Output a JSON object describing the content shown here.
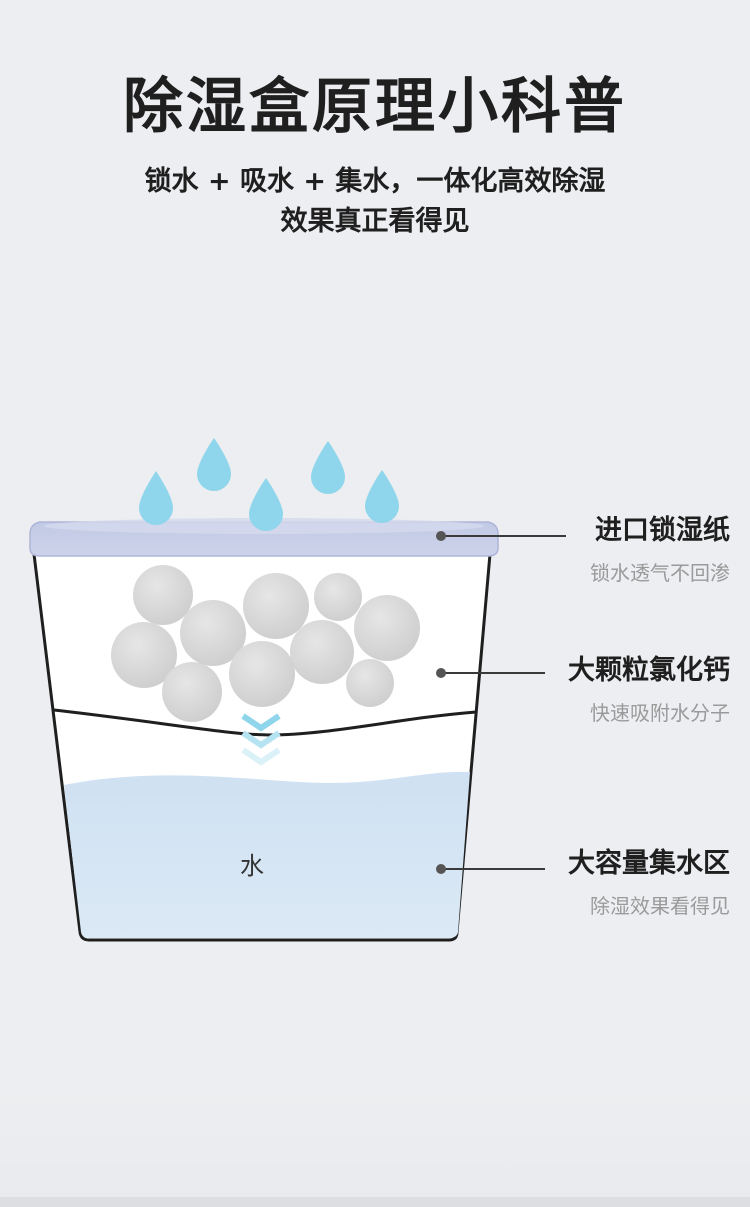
{
  "header": {
    "title": "除湿盒原理小科普",
    "subtitle_line1": "锁水 + 吸水 + 集水，一体化高效除湿",
    "subtitle_line2": "效果真正看得见"
  },
  "labels": [
    {
      "main": "进口锁湿纸",
      "sub": "锁水透气不回渗"
    },
    {
      "main": "大颗粒氯化钙",
      "sub": "快速吸附水分子"
    },
    {
      "main": "大容量集水区",
      "sub": "除湿效果看得见"
    }
  ],
  "water_label": "水",
  "colors": {
    "drop": "#8fd6ec",
    "lid": "#c7cde6",
    "water": "#d7e6f3",
    "ball": "#d6d6d6",
    "arrow": "#a9e0ef"
  }
}
